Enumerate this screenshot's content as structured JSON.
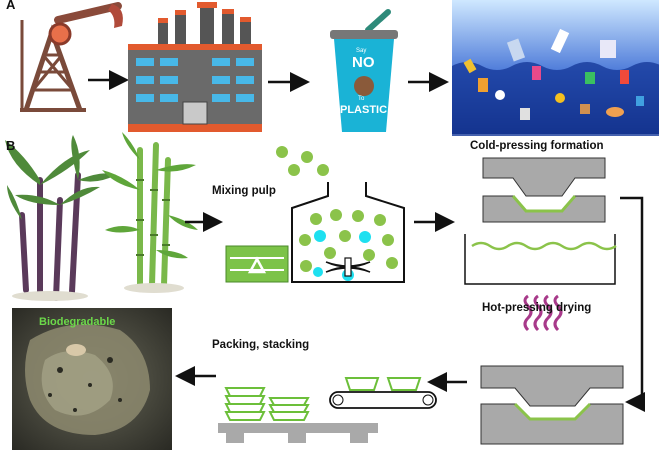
{
  "panel_a": {
    "label": "A",
    "cup_text": {
      "line1": "Say",
      "line2": "NO",
      "line3": "To",
      "line4": "PLASTIC"
    }
  },
  "panel_b": {
    "label": "B",
    "steps": {
      "mixing": "Mixing pulp",
      "cold_press": "Cold-pressing formation",
      "hot_press": "Hot-pressing drying",
      "packing": "Packing, stacking"
    },
    "photo_caption": "Biodegradable"
  },
  "colors": {
    "green": "#8bc34a",
    "cyan": "#1ee0f0",
    "factory_red": "#e25a2e",
    "ocean": "#1a3a8a",
    "mold_gray": "#a9a9a9"
  }
}
